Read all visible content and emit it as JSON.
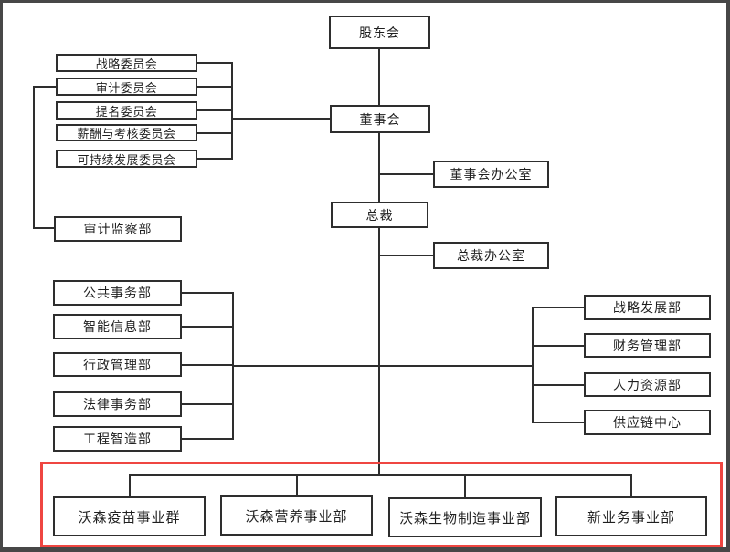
{
  "diagram": {
    "type": "org-chart",
    "root": {
      "shareholders": "股东会"
    },
    "governance": {
      "board": "董事会",
      "board_office": "董事会办公室",
      "president": "总裁",
      "president_office": "总裁办公室",
      "audit_supervision": "审计监察部"
    },
    "committees": [
      "战略委员会",
      "审计委员会",
      "提名委员会",
      "薪酬与考核委员会",
      "可持续发展委员会"
    ],
    "left_departments": [
      "公共事务部",
      "智能信息部",
      "行政管理部",
      "法律事务部",
      "工程智造部"
    ],
    "right_departments": [
      "战略发展部",
      "财务管理部",
      "人力资源部",
      "供应链中心"
    ],
    "business_units": [
      "沃森疫苗事业群",
      "沃森营养事业部",
      "沃森生物制造事业部",
      "新业务事业部"
    ],
    "colors": {
      "highlight_border": "#ef4641",
      "line": "#2e2e2e",
      "outer_frame": "#474747",
      "background": "#ffffff"
    }
  }
}
